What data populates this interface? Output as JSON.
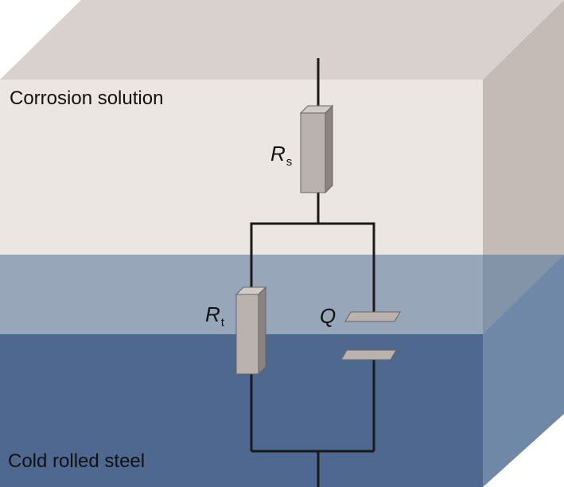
{
  "layers": {
    "solution_label": "Corrosion solution",
    "steel_label": "Cold rolled steel"
  },
  "components": {
    "solution_resistance": {
      "symbol": "R",
      "subscript": "s"
    },
    "transfer_resistance": {
      "symbol": "R",
      "subscript": "t"
    },
    "capacitor": {
      "symbol": "Q"
    }
  },
  "colors": {
    "solution_front": "#ece6e3",
    "solution_top": "#d9d1cd",
    "solution_side": "#c4bbb6",
    "interface_front": "#97a6b9",
    "interface_side": "#7f90a8",
    "steel_front": "#4e6890",
    "steel_side": "#7088a8",
    "wire": "#1a1a1a",
    "resistor_front": "#b9b2ae",
    "resistor_side": "#8a8380"
  }
}
